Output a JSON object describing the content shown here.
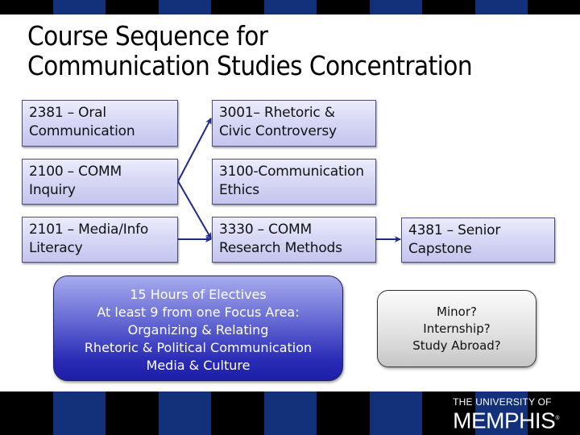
{
  "slide": {
    "title_lines": [
      "Course Sequence for",
      "Communication Studies Concentration"
    ]
  },
  "courses": {
    "oral": {
      "line1": "2381 – Oral",
      "line2": "Communication"
    },
    "inquiry": {
      "line1": "2100 – COMM",
      "line2": "Inquiry"
    },
    "media": {
      "line1": "2101 – Media/Info",
      "line2": "Literacy"
    },
    "rhetoric": {
      "line1": "3001– Rhetoric &",
      "line2": "Civic Controversy"
    },
    "ethics": {
      "line1": "3100-Communication",
      "line2": "Ethics"
    },
    "research": {
      "line1": "3330 – COMM",
      "line2": "Research Methods"
    },
    "capstone": {
      "line1": "4381 – Senior",
      "line2": "Capstone"
    }
  },
  "electives": {
    "lines": [
      "15 Hours of Electives",
      "At least 9 from one Focus Area:",
      "Organizing & Relating",
      "Rhetoric & Political Communication",
      "Media & Culture"
    ]
  },
  "options": {
    "lines": [
      "Minor?",
      "Internship?",
      "Study Abroad?"
    ]
  },
  "logo": {
    "line1": "THE UNIVERSITY OF",
    "line2": "MEMPHIS",
    "mark": "®"
  },
  "colors": {
    "stripe_blue": "#13317a",
    "arrow": "#1f2a8a"
  }
}
